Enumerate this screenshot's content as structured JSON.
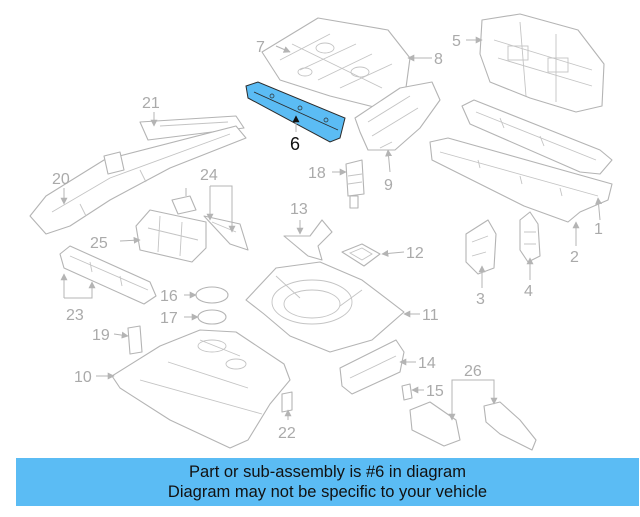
{
  "diagram": {
    "highlight_color": "#5bbcf4",
    "line_color": "#b4b4b4",
    "highlighted_part": "6",
    "callouts": [
      "1",
      "2",
      "3",
      "4",
      "5",
      "6",
      "7",
      "8",
      "9",
      "10",
      "11",
      "12",
      "13",
      "14",
      "15",
      "16",
      "17",
      "18",
      "19",
      "20",
      "21",
      "22",
      "23",
      "24",
      "25",
      "26"
    ]
  },
  "banner": {
    "background": "#5bbcf4",
    "line1": "Part or sub-assembly is #6 in diagram",
    "line2": "Diagram may not be specific to your vehicle"
  }
}
